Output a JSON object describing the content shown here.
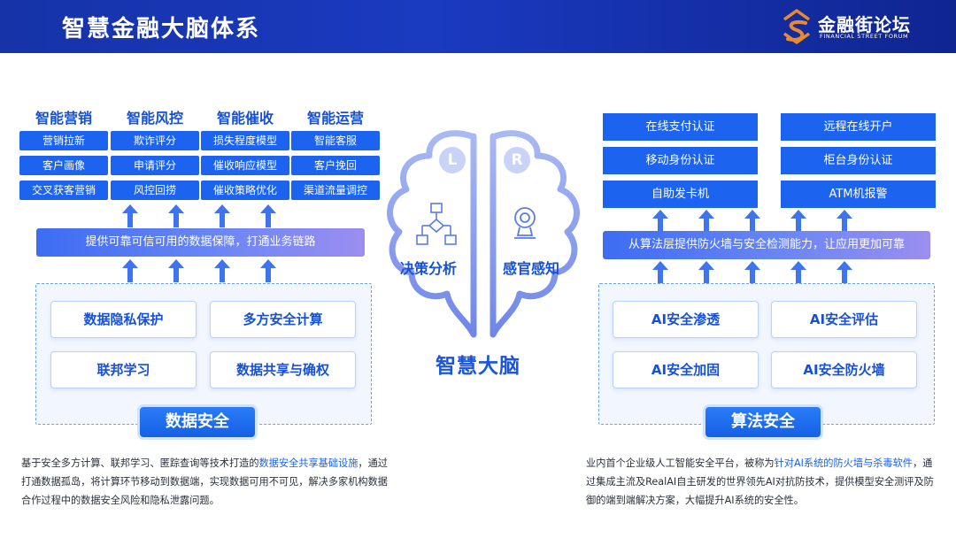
{
  "header": {
    "title": "智慧金融大脑体系"
  },
  "logo": {
    "name": "金融街论坛",
    "subtitle": "FINANCIAL STREET FORUM"
  },
  "left": {
    "categories": [
      {
        "title": "智能营销",
        "items": [
          "营销拉新",
          "客户画像",
          "交叉获客营销"
        ]
      },
      {
        "title": "智能风控",
        "items": [
          "欺诈评分",
          "申请评分",
          "风控回捞"
        ]
      },
      {
        "title": "智能催收",
        "items": [
          "损失程度模型",
          "催收响应模型",
          "催收策略优化"
        ]
      },
      {
        "title": "智能运营",
        "items": [
          "智能客服",
          "客户挽回",
          "渠道流量调控"
        ]
      }
    ],
    "banner": "提供可靠可信可用的数据保障，打通业务链路",
    "features": [
      "数据隐私保护",
      "多方安全计算",
      "联邦学习",
      "数据共享与确权"
    ],
    "section_label": "数据安全",
    "description": {
      "part1": "基于安全多方计算、联邦学习、匿踪查询等技术打造的",
      "highlight": "数据安全共享基础设施",
      "part2": "，通过打通数据孤岛，将计算环节移动到数据端，实现数据可用不可见，解决多家机构数据合作过程中的数据安全风险和隐私泄露问题。"
    }
  },
  "brain": {
    "left_letter": "L",
    "right_letter": "R",
    "left_label": "决策分析",
    "right_label": "感官感知",
    "title": "智慧大脑",
    "left_icon": "flowchart-icon",
    "right_icon": "camera-icon"
  },
  "right": {
    "col1": [
      "在线支付认证",
      "移动身份认证",
      "自助发卡机"
    ],
    "col2": [
      "远程在线开户",
      "柜台身份认证",
      "ATM机报警"
    ],
    "banner": "从算法层提供防火墙与安全检测能力，让应用更加可靠",
    "features": [
      "AI安全渗透",
      "AI安全评估",
      "AI安全加固",
      "AI安全防火墙"
    ],
    "section_label": "算法安全",
    "description": {
      "part1": "业内首个企业级人工智能安全平台，被称为",
      "highlight": "针对AI系统的防火墙与杀毒软件",
      "part2": "，通过集成主流及RealAI自主研发的世界领先AI对抗防技术，提供模型安全测评及防御的端到端解决方案，大幅提升AI系统的安全性。"
    }
  },
  "colors": {
    "primary": "#1c63f0",
    "header": "#1633a8",
    "accent_text": "#1750d8",
    "brand_orange": "#e98a2c"
  }
}
